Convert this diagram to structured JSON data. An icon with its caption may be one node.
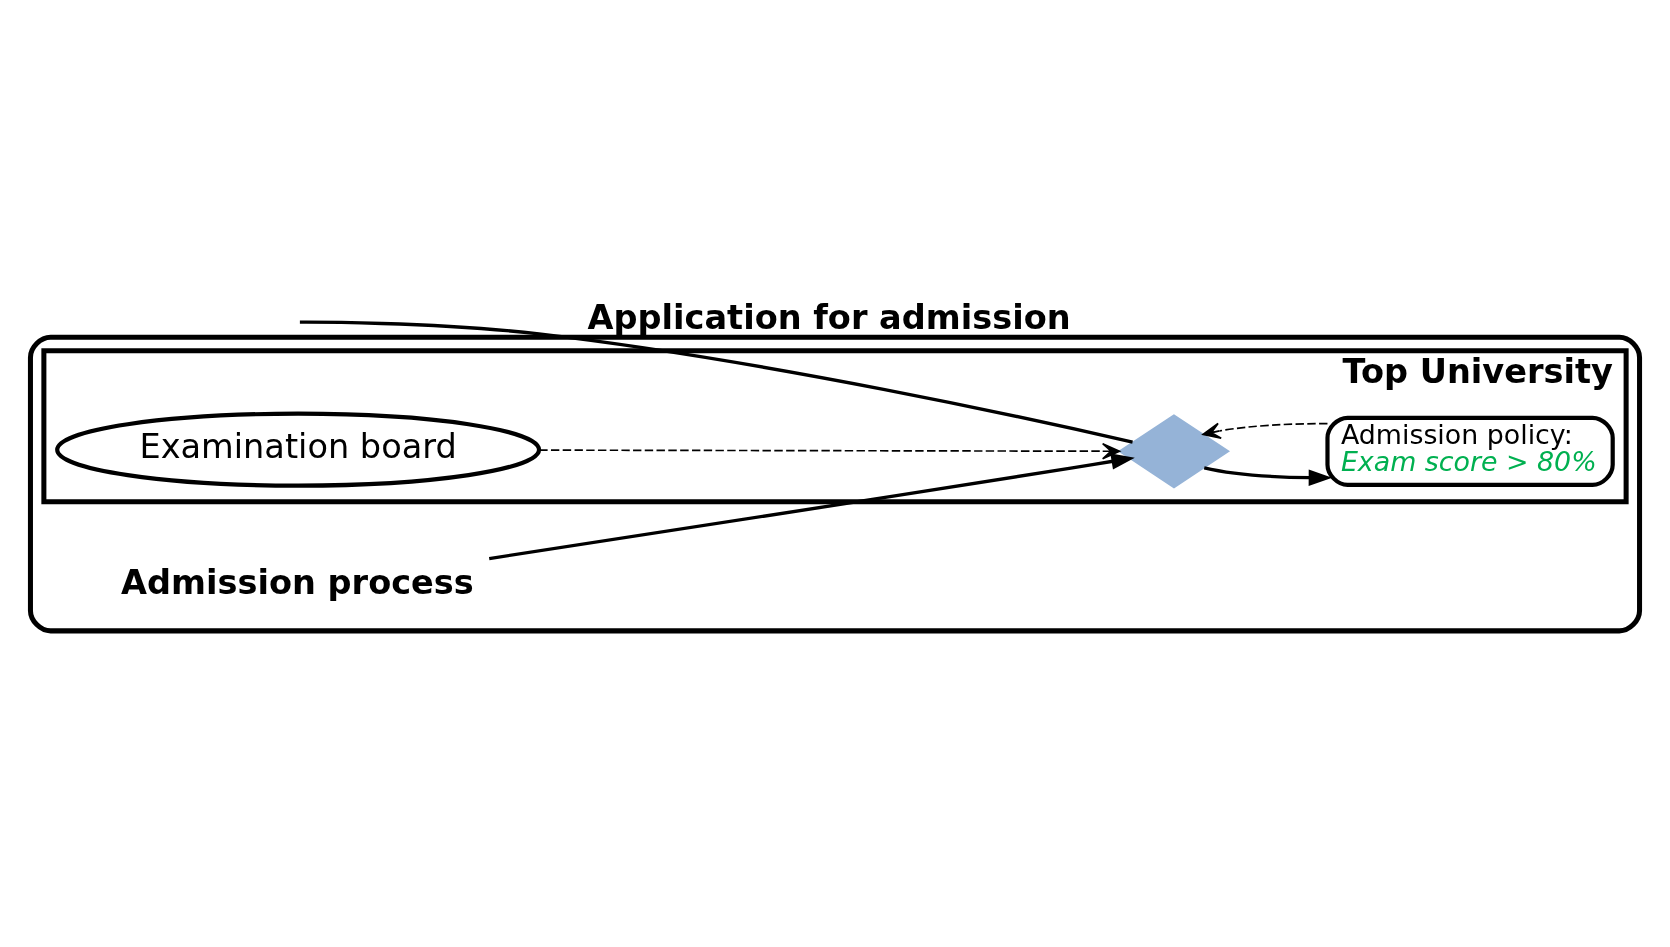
{
  "diagram": {
    "nodes": [
      {
        "text": [],
        "shape": "box"
      },
      {
        "text": [
          "Top University"
        ],
        "in": 0
      },
      {
        "text": [
          "Examination board"
        ],
        "in": 1
      },
      {
        "text": [],
        "shape": "diamond",
        "in": 1
      },
      {
        "text": [
          "Admission policy:",
          "Exam score > 80%"
        ],
        "in": 1
      },
      {
        "text": [
          "Admission process"
        ],
        "in": 0
      }
    ],
    "edges": [
      {
        "from": null,
        "to": 3,
        "arrow": "none",
        "label": "Application for admission"
      },
      {
        "from": 3,
        "to": 4,
        "arrow": "to"
      },
      {
        "from": 2,
        "to": 3,
        "arrow": "to",
        "style": "dashed"
      },
      {
        "from": 4,
        "to": 3,
        "arrow": "to",
        "style": "dashed"
      },
      {
        "from": 5,
        "to": 3,
        "arrow": "to"
      }
    ]
  }
}
